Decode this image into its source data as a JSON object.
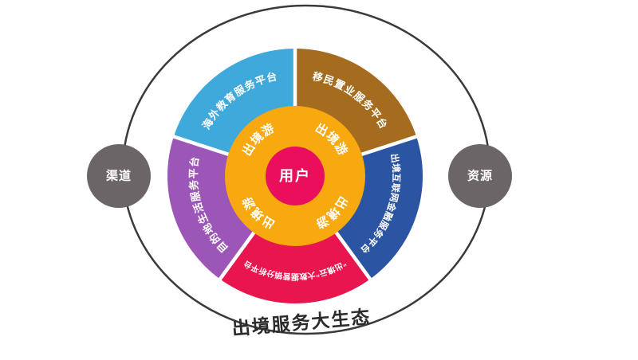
{
  "title": {
    "label": "出境服务大生态",
    "color": "#2b2b2b"
  },
  "outline_color": "#3a3a3a",
  "background": "#ffffff",
  "side_circles": {
    "color": "#6b6568",
    "text_color": "#ffffff",
    "left": {
      "label": "渠道"
    },
    "right": {
      "label": "资源"
    }
  },
  "center": {
    "label": "用户",
    "color": "#e90f5c",
    "text_color": "#ffffff"
  },
  "inner_ring": {
    "color": "#f7a90f",
    "text_color": "#ffffff",
    "labels": [
      "出境游",
      "出境游",
      "出境游",
      "出境游"
    ]
  },
  "outer_segments": [
    {
      "id": "overseas-education",
      "label": "海外教育服务平台",
      "color": "#3fa9dc",
      "position": "top-left"
    },
    {
      "id": "immigration-property",
      "label": "移民置业服务平台",
      "color": "#a56b1e",
      "position": "top-right"
    },
    {
      "id": "outbound-internet-finance",
      "label": "出境互联网金融服务平台",
      "color": "#2b55a3",
      "position": "right"
    },
    {
      "id": "chujingyun-bigdata",
      "label": "“出境云”大数据营销分析平台",
      "color": "#e8154e",
      "position": "bottom"
    },
    {
      "id": "destination-life",
      "label": "目的地生活服务平台",
      "color": "#9c56b8",
      "position": "left"
    }
  ]
}
